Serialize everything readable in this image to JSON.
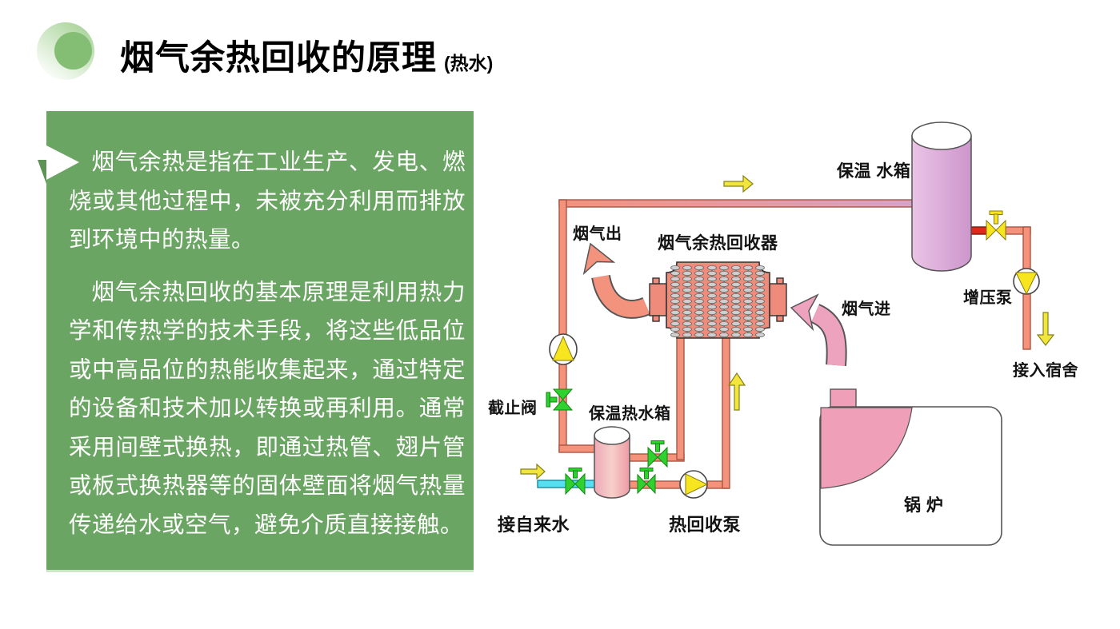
{
  "slide": {
    "title": "烟气余热回收的原理",
    "subtitle": "(热水)"
  },
  "textbox": {
    "paragraph1": "烟气余热是指在工业生产、发电、燃烧或其他过程中，未被充分利用而排放到环境中的热量。",
    "paragraph2": "烟气余热回收的基本原理是利用热力学和传热学的技术手段，将这些低品位或中高品位的热能收集起来，通过特定的设备和技术加以转换或再利用。通常采用间壁式换热，即通过热管、翅片管或板式换热器等的固体壁面将烟气热量传递给水或空气，避免介质直接接触。"
  },
  "diagram": {
    "labels": {
      "insulated_tank": "保温 水箱",
      "flue_gas_out": "烟气出",
      "heat_recovery_unit": "烟气余热回收器",
      "flue_gas_in": "烟气进",
      "booster_pump": "增压泵",
      "to_dormitory": "接入宿舍",
      "stop_valve": "截止阀",
      "hot_water_tank": "保温热水箱",
      "tap_water_inlet": "接自来水",
      "heat_recovery_pump": "热回收泵",
      "boiler": "锅 炉"
    },
    "colors": {
      "panel_green": "#6BA563",
      "pipe_salmon": "#F4927C",
      "pipe_outline": "#A85744",
      "pipe_cyan": "#55DFF0",
      "pipe_red": "#E3271B",
      "tank_purple": "#CD96CB",
      "tank_pink": "#EDA9B8",
      "exchanger_salmon": "#EF8B7B",
      "valve_green": "#2FD12F",
      "pump_yellow": "#F6E51F",
      "arrow_pink": "#EDA3BD"
    }
  }
}
